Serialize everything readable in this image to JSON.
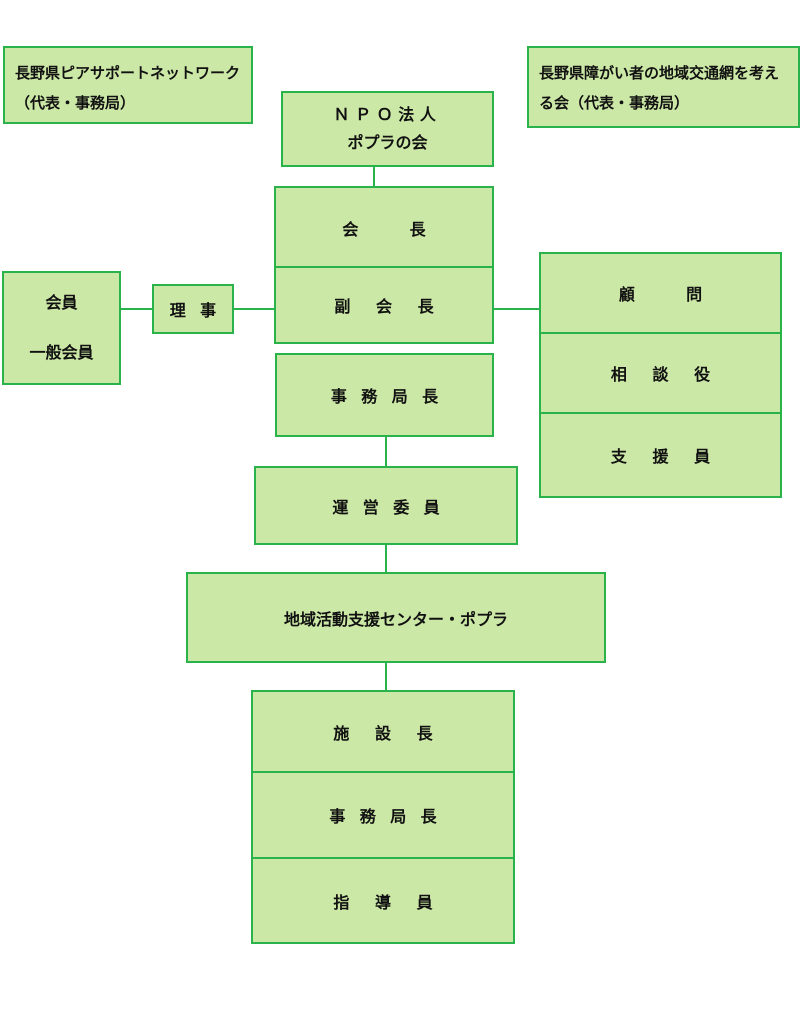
{
  "notes": {
    "left": "長野県ピアサポートネットワーク（代表・事務局）",
    "right": "長野県障がい者の地域交通網を考える会（代表・事務局）"
  },
  "org": {
    "line1": "ＮＰＯ法人",
    "line2": "ポプラの会"
  },
  "chair": "会長",
  "vice_chair": "副会長",
  "director": "理事",
  "members": {
    "line1": "会員",
    "line2": "一般会員"
  },
  "advisors": [
    "顧問",
    "相談役",
    "支援員"
  ],
  "secretary_general": "事務局長",
  "steering_committee": "運営委員",
  "center": "地域活動支援センター・ポプラ",
  "center_staff": [
    "施設長",
    "事務局長",
    "指導員"
  ],
  "colors": {
    "box_fill": "#cce8a6",
    "line": "#2ab34a"
  }
}
